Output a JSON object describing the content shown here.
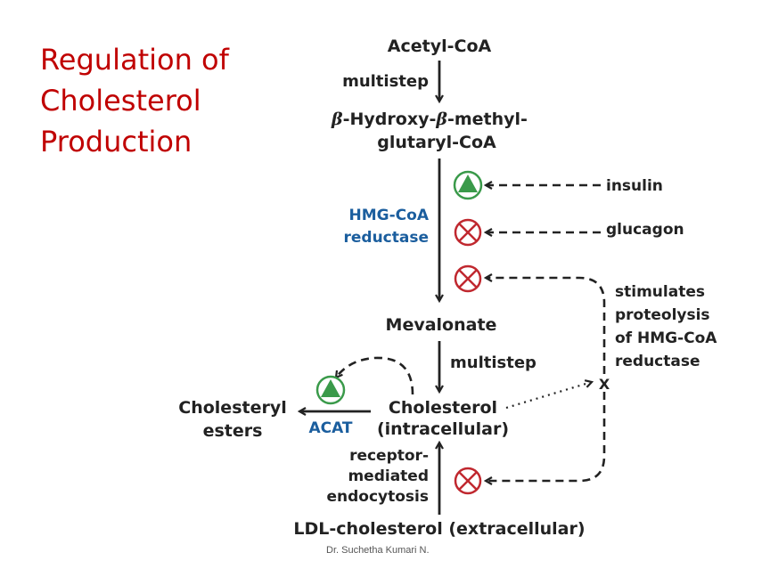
{
  "slide": {
    "title_lines": [
      "Regulation of",
      "Cholesterol",
      "Production"
    ],
    "footer": "Dr. Suchetha Kumari N."
  },
  "diagram": {
    "nodes": {
      "acetyl_coa": "Acetyl-CoA",
      "hmg_coa_line1": "-Hydroxy-",
      "hmg_coa_beta": "β",
      "hmg_coa_line1_end": "-methyl-",
      "hmg_coa_line2": "glutaryl-CoA",
      "mevalonate": "Mevalonate",
      "cholesterol_line1": "Cholesterol",
      "cholesterol_line2": "(intracellular)",
      "cholesteryl_line1": "Cholesteryl",
      "cholesteryl_line2": "esters",
      "ldl": "LDL-cholesterol (extracellular)"
    },
    "edge_labels": {
      "multistep_top": "multistep",
      "multistep_bottom": "multistep",
      "enzyme_line1": "HMG-CoA",
      "enzyme_line2": "reductase",
      "acat": "ACAT",
      "endocytosis": [
        "receptor-",
        "mediated",
        "endocytosis"
      ]
    },
    "regulators": {
      "insulin": "insulin",
      "glucagon": "glucagon",
      "proteolysis": [
        "stimulates",
        "proteolysis",
        "of HMG-CoA",
        "reductase"
      ],
      "x_mark": "X"
    },
    "colors": {
      "activator": "#3a9a4a",
      "inhibitor": "#c0282f",
      "arrow": "#222222",
      "enzyme_text": "#1b5e9e"
    },
    "icons": {
      "activator": "green-triangle-circle-icon",
      "inhibitor": "red-cross-circle-icon"
    }
  }
}
